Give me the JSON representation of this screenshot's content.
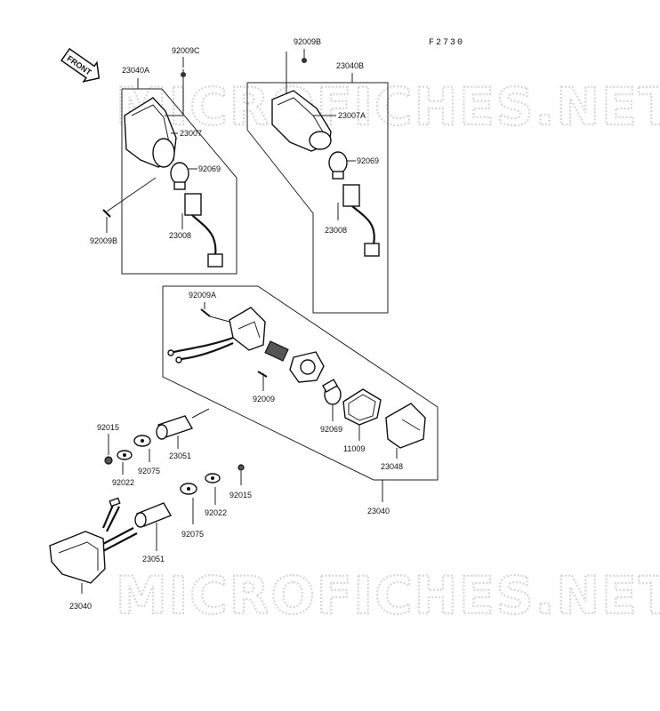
{
  "figure_code": "F2730",
  "front_arrow_label": "FRONT",
  "watermark_text": "MICROFICHES.NET",
  "labels": {
    "p23040A": "23040A",
    "p92009C": "92009C",
    "p23007": "23007",
    "p92069_a": "92069",
    "p23008_a": "23008",
    "p92009B_a": "92009B",
    "p92009B_b": "92009B",
    "p23040B": "23040B",
    "p23007A": "23007A",
    "p92069_b": "92069",
    "p23008_b": "23008",
    "p92009A": "92009A",
    "p92009": "92009",
    "p92069_c": "92069",
    "p11009": "11009",
    "p23048": "23048",
    "p23040_a": "23040",
    "p92015_a": "92015",
    "p92022_a": "92022",
    "p92075_a": "92075",
    "p23051_a": "23051",
    "p92015_b": "92015",
    "p92022_b": "92022",
    "p92075_b": "92075",
    "p23051_b": "23051",
    "p23040_b": "23040"
  },
  "colors": {
    "line": "#222222",
    "watermark": "#d6d6d6"
  }
}
